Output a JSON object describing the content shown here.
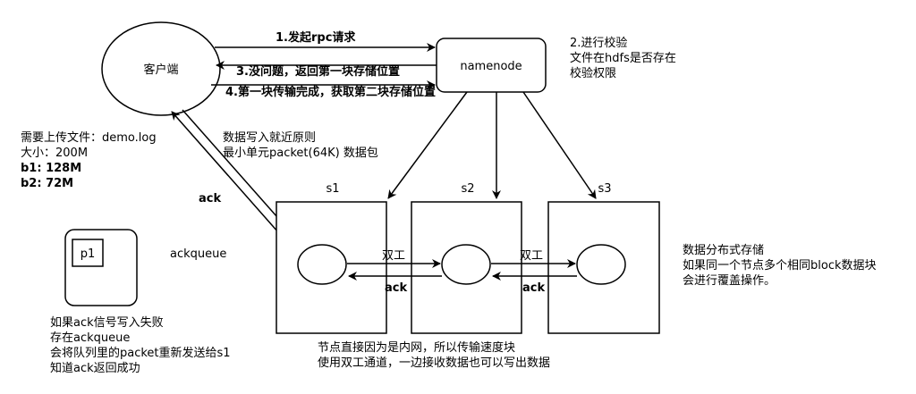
{
  "nodes": {
    "client": "客户端",
    "namenode": "namenode",
    "s1": "s1",
    "s2": "s2",
    "s3": "s3",
    "p1": "p1",
    "ackqueue": "ackqueue"
  },
  "arrows": {
    "step1": "1.发起rpc请求",
    "step3": "3.没问题，返回第一块存储位置",
    "step4": "4.第一块传输完成，获取第二块存储位置",
    "ack_client": "ack",
    "duplex1": "双工",
    "ack1": "ack",
    "duplex2": "双工",
    "ack2": "ack"
  },
  "notes": {
    "check": [
      "2.进行校验",
      "文件在hdfs是否存在",
      "校验权限"
    ],
    "file": [
      "需要上传文件：demo.log",
      "大小：200M",
      "b1: 128M",
      "b2: 72M"
    ],
    "write": [
      "数据写入就近原则",
      "最小单元packet(64K) 数据包"
    ],
    "storage": [
      "数据分布式存储",
      "如果同一个节点多个相同block数据块",
      "会进行覆盖操作。"
    ],
    "ackfail": [
      "如果ack信号写入失败",
      "存在ackqueue",
      "会将队列里的packet重新发送给s1",
      "知道ack返回成功"
    ],
    "network": [
      "节点直接因为是内网，所以传输速度块",
      "使用双工通道，一边接收数据也可以写出数据"
    ]
  }
}
